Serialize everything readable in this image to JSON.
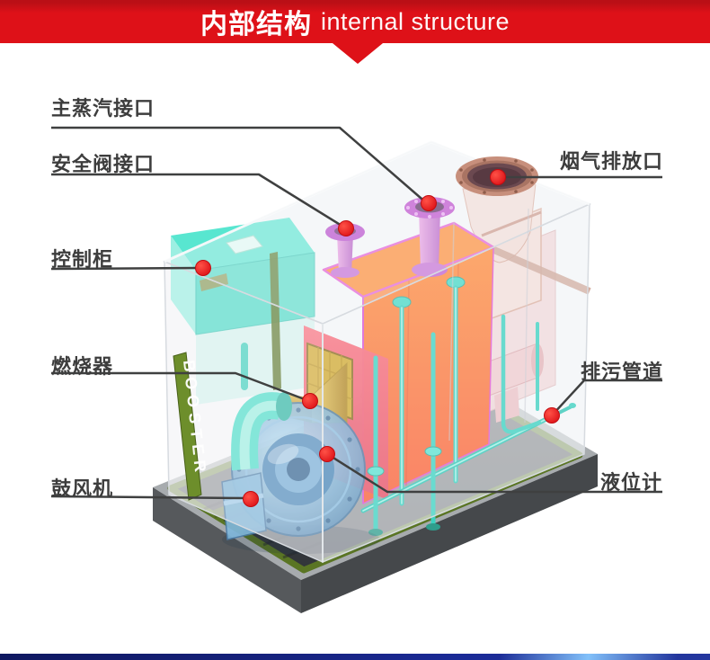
{
  "header": {
    "title_cn": "内部结构",
    "title_en": "internal structure"
  },
  "brand_text": "BOOSTER",
  "labels": [
    {
      "id": "main-steam-port",
      "text": "主蒸汽接口"
    },
    {
      "id": "safety-valve-port",
      "text": "安全阀接口"
    },
    {
      "id": "control-cabinet",
      "text": "控制柜"
    },
    {
      "id": "burner",
      "text": "燃烧器"
    },
    {
      "id": "blower",
      "text": "鼓风机"
    },
    {
      "id": "flue-gas-outlet",
      "text": "烟气排放口"
    },
    {
      "id": "blowdown-pipe",
      "text": "排污管道"
    },
    {
      "id": "level-gauge",
      "text": "液位计"
    }
  ],
  "colors": {
    "banner_red": "#de1118",
    "callout_dot": "#e81117",
    "callout_line": "#3f4040",
    "cabinet_teal": "#4fdccb",
    "boiler_orange": "#ff7d1f",
    "boiler_edge_magenta": "#e24fd0",
    "burner_gold": "#d2a92e",
    "blower_blue": "#5b9cc9",
    "chimney_copper": "#c78f7c",
    "frame_green": "#5a7524",
    "base_gray": "#3c4043",
    "footer_navy": "#16227e"
  }
}
